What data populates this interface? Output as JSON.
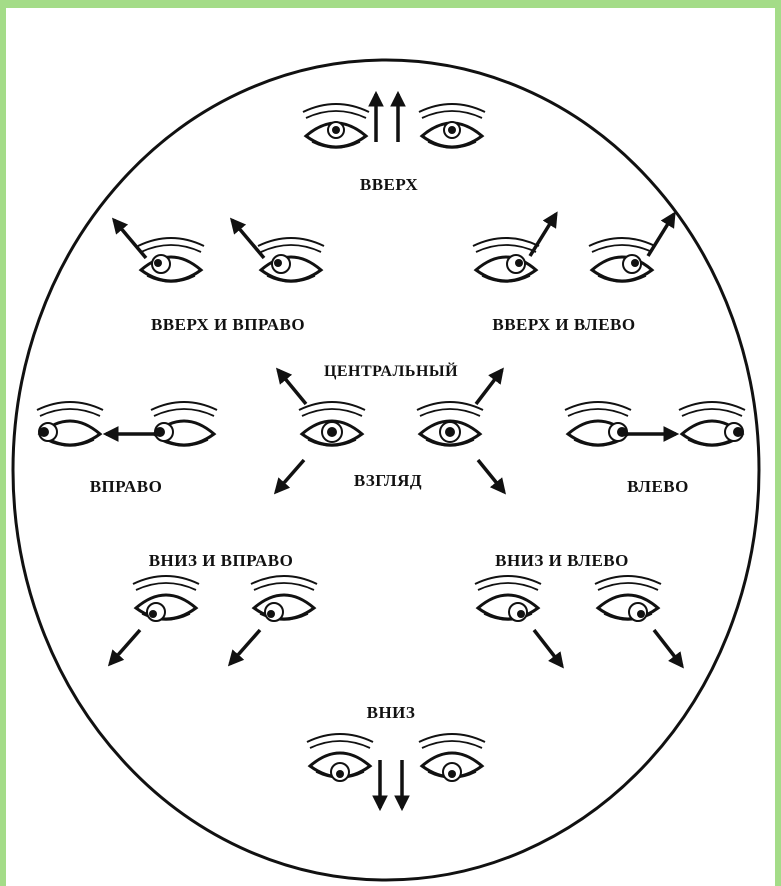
{
  "colors": {
    "border": "#a4dc88",
    "ink": "#111111",
    "paper": "#ffffff"
  },
  "labels": {
    "up": "ВВЕРХ",
    "up_right": "ВВЕРХ И ВПРАВО",
    "up_left": "ВВЕРХ И ВЛЕВО",
    "central": "ЦЕНТРАЛЬНЫЙ",
    "gaze": "ВЗГЛЯД",
    "right": "ВПРАВО",
    "left": "ВЛЕВО",
    "down_right": "ВНИЗ И ВПРАВО",
    "down_left": "ВНИЗ И ВЛЕВО",
    "down": "ВНИЗ"
  },
  "icons": [
    "eye-icon",
    "arrow-icon"
  ]
}
